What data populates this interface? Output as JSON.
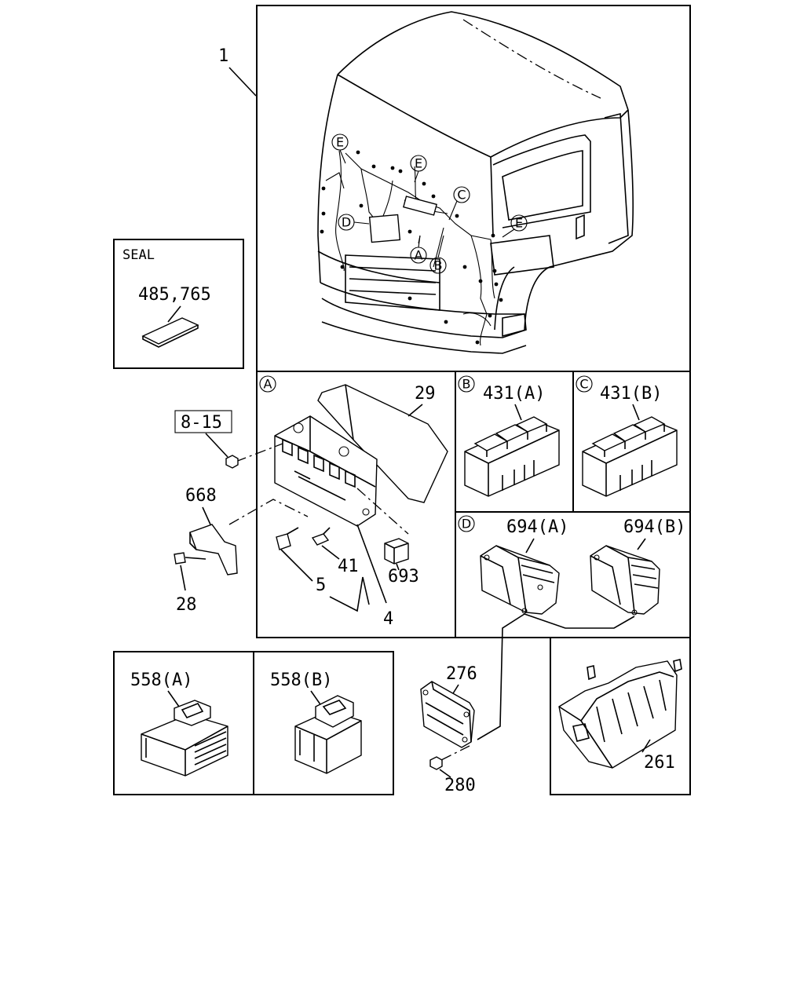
{
  "callouts": {
    "harness": "1",
    "seal_title": "SEAL",
    "seal_parts": "485,765",
    "ref_box": "8-15",
    "bracket": "668",
    "bolt": "28",
    "fusebox_cover": "29",
    "terminal_5": "5",
    "terminal_41": "41",
    "fusebox_4": "4",
    "relay_693": "693",
    "relay_431a": "431(A)",
    "relay_431b": "431(B)",
    "cover_694a": "694(A)",
    "cover_694b": "694(B)",
    "connector_558a": "558(A)",
    "connector_558b": "558(B)",
    "module_276": "276",
    "nut_280": "280",
    "tray_261": "261"
  },
  "markers": {
    "a": "A",
    "b": "B",
    "c": "C",
    "d": "D",
    "e": "E"
  }
}
